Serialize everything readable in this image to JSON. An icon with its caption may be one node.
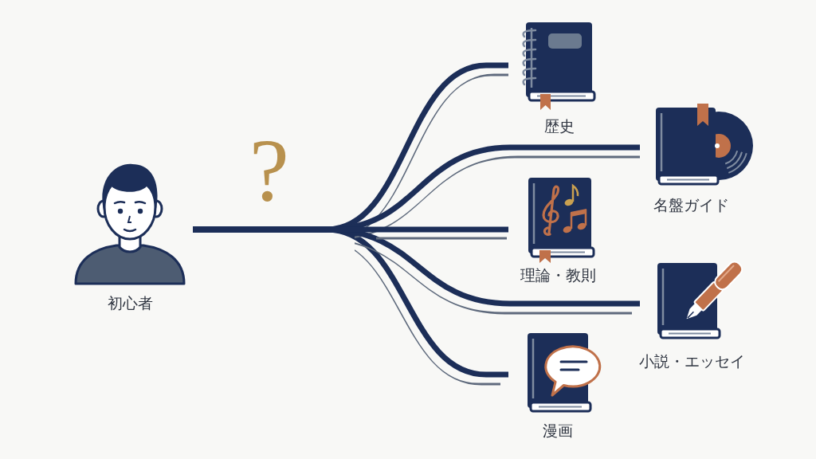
{
  "diagram": {
    "nodes": [
      {
        "text": [
          "初心者"
        ]
      },
      {
        "text": [
          "歴史"
        ]
      },
      {
        "text": [
          "名盤ガイド"
        ]
      },
      {
        "text": [
          "理論・教則"
        ]
      },
      {
        "text": [
          "小説・エッセイ"
        ]
      },
      {
        "text": [
          "漫画"
        ]
      }
    ],
    "edges": [
      {
        "from": 0,
        "to": 1,
        "arrow": "none"
      },
      {
        "from": 0,
        "to": 2,
        "arrow": "none"
      },
      {
        "from": 0,
        "to": 3,
        "arrow": "none"
      },
      {
        "from": 0,
        "to": 4,
        "arrow": "none"
      },
      {
        "from": 0,
        "to": 5,
        "arrow": "none"
      }
    ],
    "labels": [
      "?"
    ]
  }
}
